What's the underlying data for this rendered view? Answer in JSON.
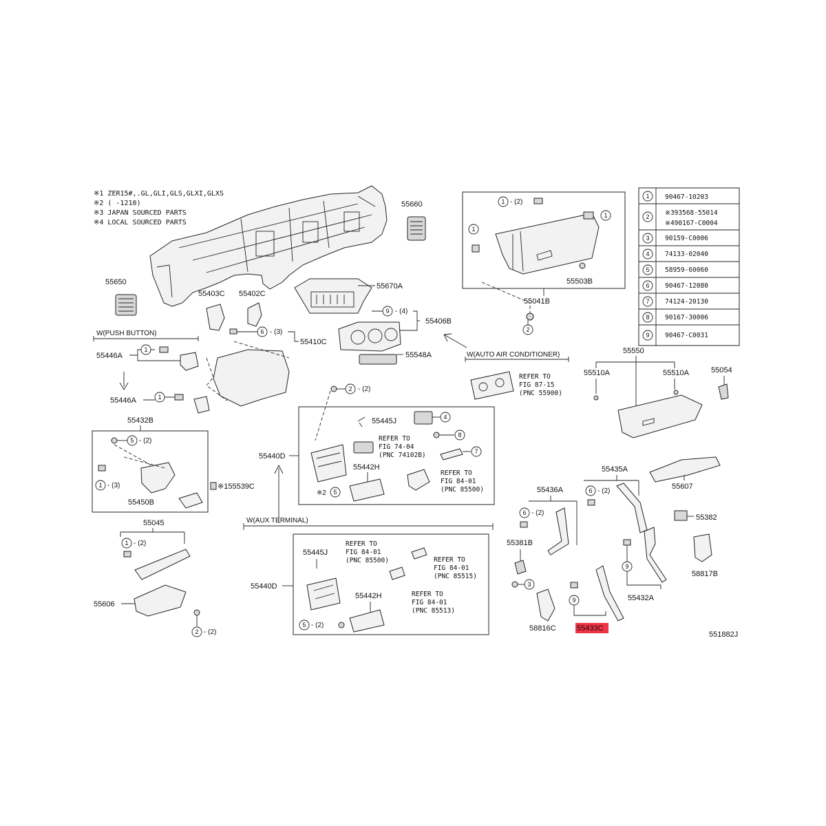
{
  "notes": [
    "※1 ZER15#,.GL,GLI,GLS,GLXI,GLXS",
    "※2 (        -1210)",
    "※3 JAPAN SOURCED PARTS",
    "※4 LOCAL SOURCED PARTS"
  ],
  "parts": {
    "p55660": "55660",
    "p55650": "55650",
    "p55403C": "55403C",
    "p55402C": "55402C",
    "p55670A": "55670A",
    "p55406B": "55406B",
    "p55410C": "55410C",
    "p55548A": "55548A",
    "p55446A_top": "55446A",
    "p55446A_bot": "55446A",
    "p55432B": "55432B",
    "p55450B": "55450B",
    "p55045": "55045",
    "p55606": "55606",
    "p55440D_top": "55440D",
    "p55440D_bot": "55440D",
    "p55445J_top": "55445J",
    "p55445J_bot": "55445J",
    "p55442H_top": "55442H",
    "p55442H_bot": "55442H",
    "p55041B": "55041B",
    "p55503B": "55503B",
    "p55550": "55550",
    "p55510A_l": "55510A",
    "p55510A_r": "55510A",
    "p55054": "55054",
    "p55607": "55607",
    "p55435A": "55435A",
    "p55436A": "55436A",
    "p55381B": "55381B",
    "p55382": "55382",
    "p58817B": "58817B",
    "p55432A": "55432A",
    "p58816C": "58816C",
    "p55433C": "55433C",
    "p155539C": "※155539C",
    "code": "551882J"
  },
  "sections": {
    "push_button": "W(PUSH BUTTON)",
    "auto_air": "W(AUTO AIR CONDITIONER)",
    "aux_terminal": "W(AUX TERMINAL)"
  },
  "refs": {
    "r1": [
      "REFER TO",
      "FIG 74-04",
      "(PNC 74102B)"
    ],
    "r2": [
      "REFER TO",
      "FIG 84-01",
      "(PNC 85500)"
    ],
    "r3": [
      "REFER TO",
      "FIG 84-01",
      "(PNC 85500)"
    ],
    "r4": [
      "REFER TO",
      "FIG 84-01",
      "(PNC 85515)"
    ],
    "r5": [
      "REFER TO",
      "FIG 84-01",
      "(PNC 85513)"
    ],
    "r6": [
      "REFER TO",
      "FIG 87-15",
      "(PNC 55900)"
    ]
  },
  "callouts": {
    "n1": "1",
    "n2": "2",
    "n3": "3",
    "n4": "4",
    "n5": "5",
    "n6": "6",
    "n7": "7",
    "n8": "8",
    "n9": "9",
    "q2": "- (2)",
    "q3": "- (3)",
    "q4": "- (4)",
    "q2b": "(2)",
    "q2c": "(2)"
  },
  "legend": {
    "rows": [
      {
        "num": "1",
        "part": "90467-10203"
      },
      {
        "num": "2",
        "part": "※393568-55014",
        "part2": "※490167-C0004"
      },
      {
        "num": "3",
        "part": "90159-C0006"
      },
      {
        "num": "4",
        "part": "74133-02040"
      },
      {
        "num": "5",
        "part": "58959-60060"
      },
      {
        "num": "6",
        "part": "90467-12080"
      },
      {
        "num": "7",
        "part": "74124-20130"
      },
      {
        "num": "8",
        "part": "90167-30006"
      },
      {
        "num": "9",
        "part": "90467-C0031"
      }
    ]
  },
  "colors": {
    "highlight": "#ee3344",
    "ink": "#222222"
  }
}
